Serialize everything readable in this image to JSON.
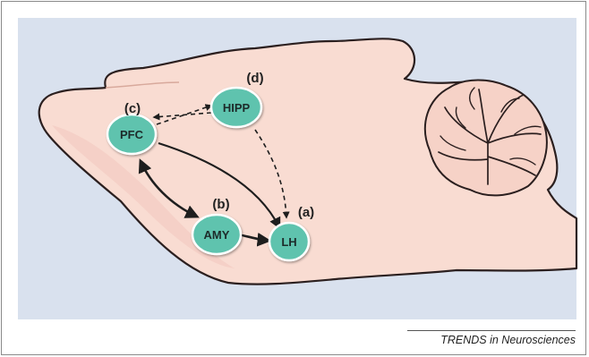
{
  "regions": {
    "pfc": {
      "name": "PFC",
      "tag": "(c)"
    },
    "hipp": {
      "name": "HIPP",
      "tag": "(d)"
    },
    "amy": {
      "name": "AMY",
      "tag": "(b)"
    },
    "lh": {
      "name": "LH",
      "tag": "(a)"
    }
  },
  "connections": [
    {
      "from": "PFC",
      "to": "HIPP",
      "style": "dashed",
      "direction": "bidirectional"
    },
    {
      "from": "HIPP",
      "to": "LH",
      "style": "dashed",
      "direction": "unidirectional"
    },
    {
      "from": "PFC",
      "to": "LH",
      "style": "solid",
      "direction": "unidirectional"
    },
    {
      "from": "PFC",
      "to": "AMY",
      "style": "solid",
      "direction": "bidirectional"
    },
    {
      "from": "AMY",
      "to": "LH",
      "style": "solid",
      "direction": "unidirectional"
    }
  ],
  "colors": {
    "background": "#d9e1ee",
    "brain": "#f9dcd2",
    "brain_outline": "#2b1f1f",
    "node_fill": "#5fc3ae",
    "node_outline": "#ffffff"
  },
  "source": "TRENDS in Neurosciences"
}
